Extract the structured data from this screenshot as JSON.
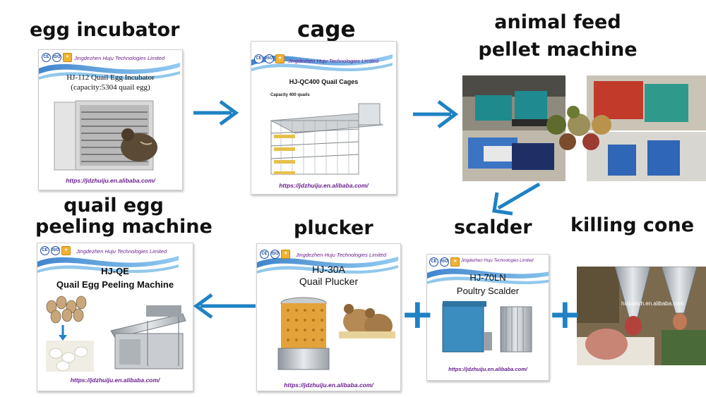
{
  "labels": {
    "egg_incubator": "egg incubator",
    "cage": "cage",
    "feed_line1": "animal feed",
    "feed_line2": "pellet machine",
    "peeling_line1": "quail egg",
    "peeling_line2": "peeling machine",
    "plucker": "plucker",
    "scalder": "scalder",
    "killing_cone": "killing cone"
  },
  "brand": {
    "company": "Jingdezhen Huju Technologies Limited",
    "url": "https://jdzhuiju.en.alibaba.com/",
    "logo_ce": "CE",
    "logo_iso": "ISO",
    "colors": {
      "accent": "#1f82c4",
      "company": "#6a1f8e"
    }
  },
  "cards": {
    "incubator": {
      "line1": "HJ-112 Quail Egg Incubator",
      "line2": "(capacity:5304 quail egg)"
    },
    "cage": {
      "title": "HJ-QC400 Quail Cages",
      "caption": "Capacity 400 quails"
    },
    "peeler": {
      "line1": "HJ-QE",
      "line2": "Quail Egg Peeling Machine"
    },
    "plucker": {
      "line1": "HJ-30A",
      "line2": "Quail Plucker"
    },
    "scalder": {
      "line1": "HJ-70LN",
      "line2": "Poultry Scalder"
    }
  },
  "killing_photo": {
    "watermark": "huijutech.en.alibaba.com"
  },
  "icons": [
    "arrow-right-icon",
    "arrow-down-left-icon",
    "arrow-left-icon",
    "plus-icon"
  ]
}
